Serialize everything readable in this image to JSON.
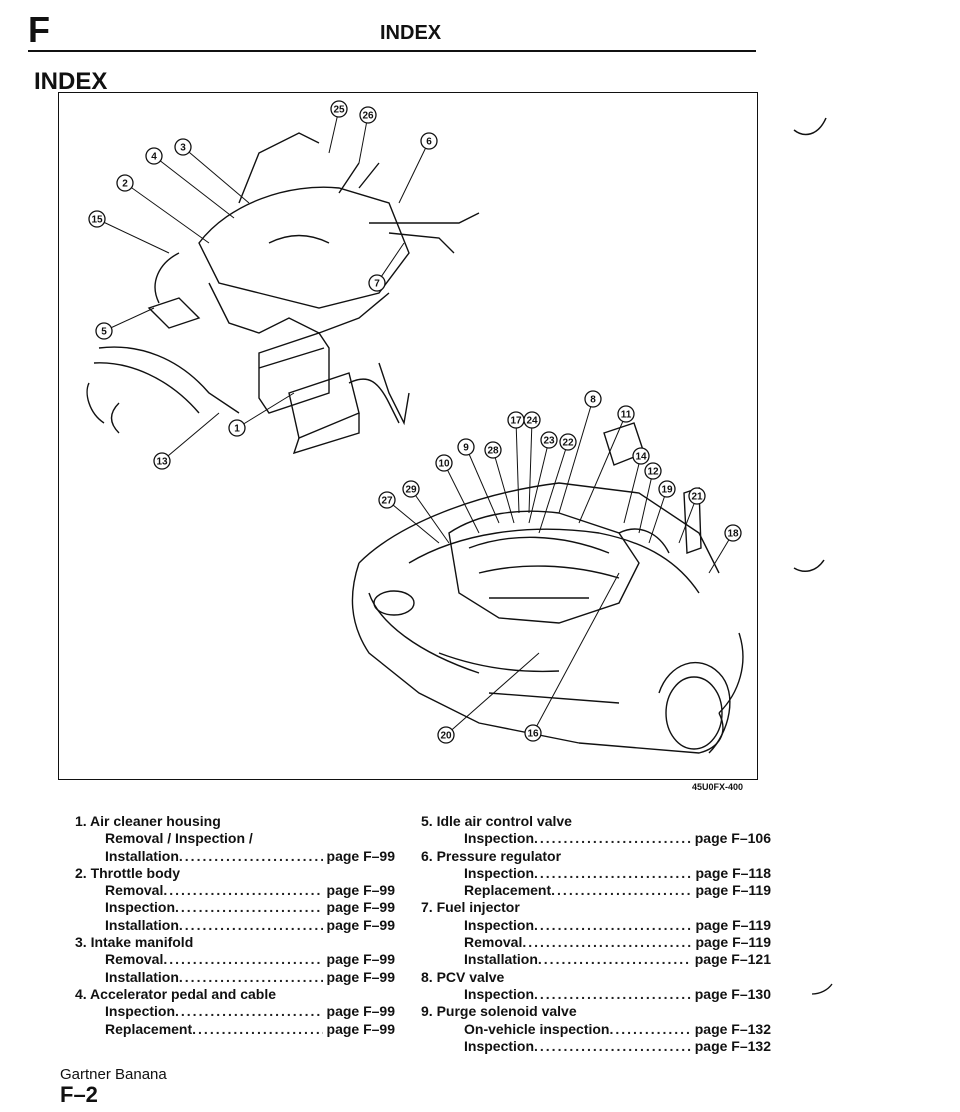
{
  "header": {
    "section_letter": "F",
    "title": "INDEX"
  },
  "section_title": "INDEX",
  "figure": {
    "code": "45U0FX-400",
    "callouts": [
      "1",
      "2",
      "3",
      "4",
      "5",
      "6",
      "7",
      "8",
      "9",
      "10",
      "11",
      "12",
      "13",
      "14",
      "15",
      "16",
      "17",
      "18",
      "19",
      "20",
      "21",
      "22",
      "23",
      "24",
      "25",
      "26",
      "27",
      "28",
      "29"
    ]
  },
  "left_items": [
    {
      "heading": "1. Air cleaner housing",
      "pre": "Removal / Inspection /",
      "rows": [
        {
          "label": "Installation",
          "page": "page F–99"
        }
      ]
    },
    {
      "heading": "2. Throttle body",
      "rows": [
        {
          "label": "Removal",
          "page": "page F–99"
        },
        {
          "label": "Inspection",
          "page": "page F–99"
        },
        {
          "label": "Installation",
          "page": "page F–99"
        }
      ]
    },
    {
      "heading": "3. Intake manifold",
      "rows": [
        {
          "label": "Removal",
          "page": "page F–99"
        },
        {
          "label": "Installation",
          "page": "page F–99"
        }
      ]
    },
    {
      "heading": "4. Accelerator pedal and cable",
      "rows": [
        {
          "label": "Inspection",
          "page": "page F–99"
        },
        {
          "label": "Replacement",
          "page": "page F–99"
        }
      ]
    }
  ],
  "right_items": [
    {
      "heading": "5. Idle air control valve",
      "rows": [
        {
          "label": "Inspection",
          "page": "page F–106"
        }
      ]
    },
    {
      "heading": "6. Pressure regulator",
      "rows": [
        {
          "label": "Inspection",
          "page": "page F–118"
        },
        {
          "label": "Replacement",
          "page": "page F–119"
        }
      ]
    },
    {
      "heading": "7. Fuel injector",
      "rows": [
        {
          "label": "Inspection",
          "page": "page F–119"
        },
        {
          "label": "Removal",
          "page": "page F–119"
        },
        {
          "label": "Installation",
          "page": "page F–121"
        }
      ]
    },
    {
      "heading": "8. PCV valve",
      "rows": [
        {
          "label": "Inspection",
          "page": "page F–130"
        }
      ]
    },
    {
      "heading": "9. Purge solenoid valve",
      "rows": [
        {
          "label": "On-vehicle inspection",
          "page": "page F–132"
        },
        {
          "label": "Inspection",
          "page": "page F–132"
        }
      ]
    }
  ],
  "footer": {
    "brand": "Gartner Banana",
    "page_number": "F–2"
  }
}
